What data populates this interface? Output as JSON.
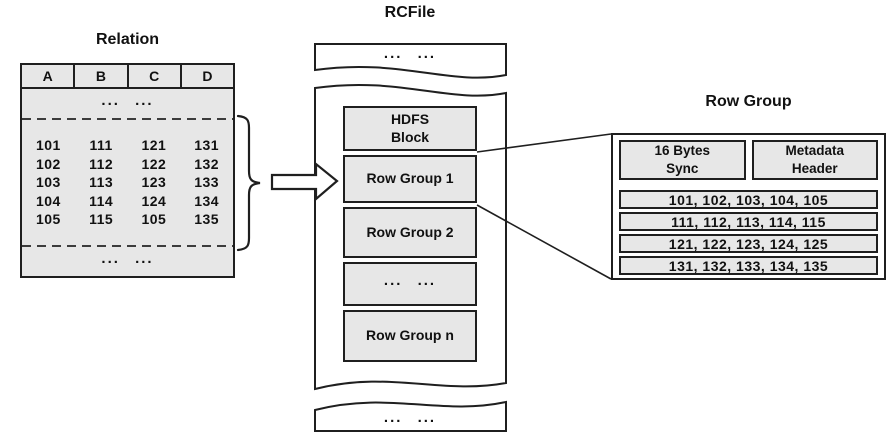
{
  "relation": {
    "title": "Relation",
    "columns": [
      "A",
      "B",
      "C",
      "D"
    ],
    "ellipsis": "... ...",
    "rows": [
      [
        "101",
        "111",
        "121",
        "131"
      ],
      [
        "102",
        "112",
        "122",
        "132"
      ],
      [
        "103",
        "113",
        "123",
        "133"
      ],
      [
        "104",
        "114",
        "124",
        "134"
      ],
      [
        "105",
        "115",
        "105",
        "135"
      ]
    ]
  },
  "rcfile": {
    "title": "RCFile",
    "ellipsis": "... ...",
    "blocks": [
      [
        "HDFS",
        "Block"
      ],
      [
        "Row Group 1"
      ],
      [
        "Row Group 2"
      ],
      [
        "... ..."
      ],
      [
        "Row Group n"
      ]
    ]
  },
  "row_group": {
    "title": "Row Group",
    "sync": [
      "16 Bytes",
      "Sync"
    ],
    "metadata": [
      "Metadata",
      "Header"
    ],
    "rows": [
      "101, 102, 103, 104, 105",
      "111, 112, 113, 114, 115",
      "121, 122, 123, 124, 125",
      "131, 132, 133, 134, 135"
    ]
  },
  "colors": {
    "fill": "#e7e7e7",
    "line": "#1f1f1f",
    "background": "#ffffff"
  }
}
